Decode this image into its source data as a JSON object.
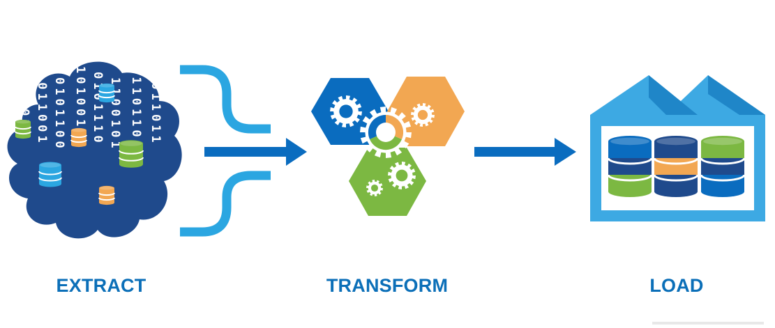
{
  "stages": {
    "extract": {
      "label": "EXTRACT"
    },
    "transform": {
      "label": "TRANSFORM"
    },
    "load": {
      "label": "LOAD"
    }
  },
  "binary_columns": [
    "0111010",
    "1011001",
    "0101100",
    "1010010",
    "0101110",
    "1100101",
    "0110110",
    "1011011"
  ],
  "colors": {
    "dark_blue": "#1f4a8c",
    "primary_blue": "#0a6cbf",
    "light_blue": "#2ba6e1",
    "sky_blue": "#3da9e3",
    "green": "#7cb842",
    "orange": "#f2a752",
    "label_blue": "#0b6fb8",
    "white": "#ffffff"
  }
}
